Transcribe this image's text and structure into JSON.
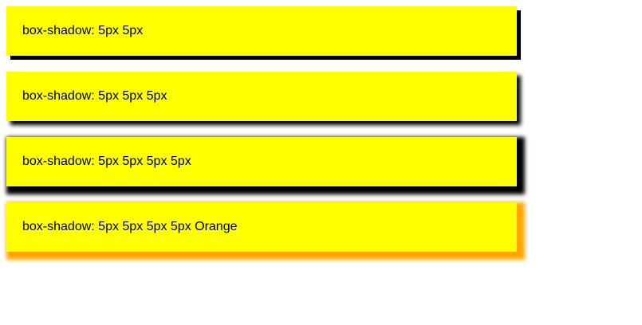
{
  "colors": {
    "page_background": "#FFFFFF",
    "box_background": "#FFFF00",
    "text": "#000000",
    "black_shadow": "#000000",
    "orange_shadow": "#FFA500"
  },
  "boxes": [
    {
      "label": "box-shadow: 5px 5px",
      "shadow_value": "5px 5px",
      "shadow_color": "#000000"
    },
    {
      "label": "box-shadow: 5px 5px 5px",
      "shadow_value": "5px 5px 5px",
      "shadow_color": "#000000"
    },
    {
      "label": "box-shadow: 5px 5px 5px 5px",
      "shadow_value": "5px 5px 5px 5px",
      "shadow_color": "#000000"
    },
    {
      "label": "box-shadow: 5px 5px 5px 5px Orange",
      "shadow_value": "5px 5px 5px 5px Orange",
      "shadow_color": "#FFA500"
    }
  ]
}
